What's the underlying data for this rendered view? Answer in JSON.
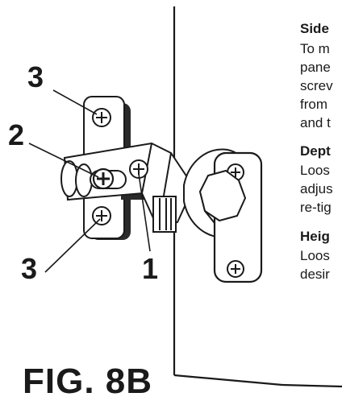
{
  "callouts": {
    "top_left_3": "3",
    "left_2": "2",
    "bottom_left_3": "3",
    "bottom_1": "1"
  },
  "side": {
    "heading": "Side",
    "lines": [
      "To m",
      "pane",
      "screv",
      "from",
      "and t"
    ]
  },
  "depth": {
    "heading": "Dept",
    "lines": [
      "Loos",
      "adjus",
      "re-tig"
    ]
  },
  "height": {
    "heading": "Heig",
    "lines": [
      "Loos",
      "desir"
    ]
  },
  "figure_label": "FIG. 8B",
  "colors": {
    "ink": "#1a1a1a",
    "paper": "#ffffff",
    "plate_dark": "#2a2a2a"
  }
}
